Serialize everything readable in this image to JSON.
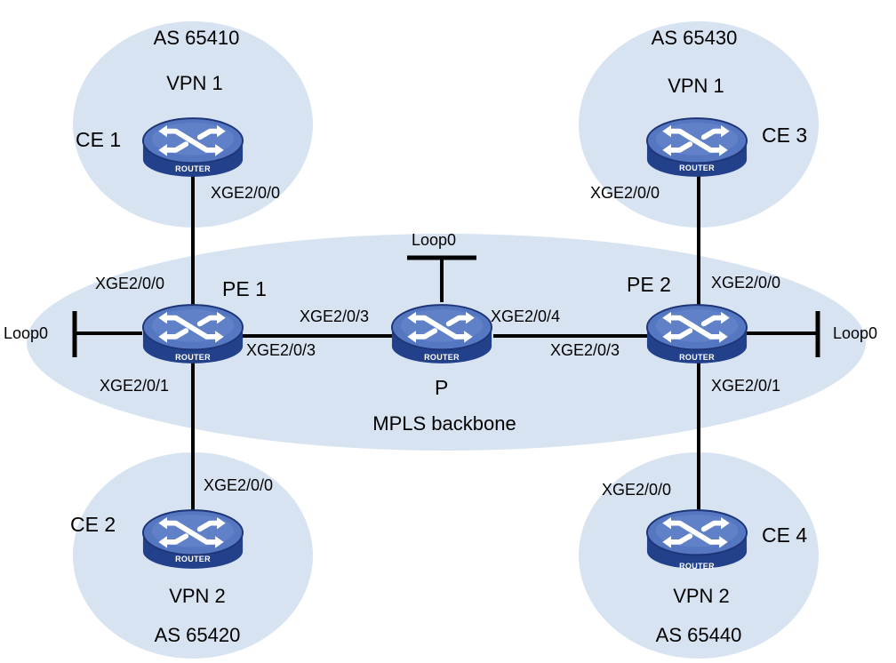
{
  "regions": {
    "ce1_site": {
      "as": "AS 65410",
      "vpn": "VPN 1"
    },
    "ce2_site": {
      "as": "AS 65420",
      "vpn": "VPN 2"
    },
    "ce3_site": {
      "as": "AS 65430",
      "vpn": "VPN 1"
    },
    "ce4_site": {
      "as": "AS 65440",
      "vpn": "VPN 2"
    },
    "backbone": {
      "label": "MPLS backbone"
    }
  },
  "devices": {
    "ce1": {
      "label": "CE 1",
      "icon_text": "ROUTER"
    },
    "ce2": {
      "label": "CE 2",
      "icon_text": "ROUTER"
    },
    "ce3": {
      "label": "CE 3",
      "icon_text": "ROUTER"
    },
    "ce4": {
      "label": "CE 4",
      "icon_text": "ROUTER"
    },
    "pe1": {
      "label": "PE 1",
      "icon_text": "ROUTER"
    },
    "pe2": {
      "label": "PE 2",
      "icon_text": "ROUTER"
    },
    "p": {
      "label": "P",
      "icon_text": "ROUTER"
    }
  },
  "interfaces": {
    "ce1_down": "XGE2/0/0",
    "pe1_up": "XGE2/0/0",
    "pe1_right": "XGE2/0/3",
    "pe1_down": "XGE2/0/1",
    "ce2_up": "XGE2/0/0",
    "p_left": "XGE2/0/3",
    "p_right": "XGE2/0/4",
    "pe2_left": "XGE2/0/3",
    "pe2_up": "XGE2/0/0",
    "pe2_down": "XGE2/0/1",
    "ce3_down": "XGE2/0/0",
    "ce4_up": "XGE2/0/0"
  },
  "loopbacks": {
    "pe1": "Loop0",
    "p": "Loop0",
    "pe2": "Loop0"
  },
  "colors": {
    "region_fill": "#d8e3f1",
    "router_body": "#2f4f9d",
    "router_top": "#5d7fc6",
    "router_rim": "#1e3677",
    "link": "#000000"
  }
}
